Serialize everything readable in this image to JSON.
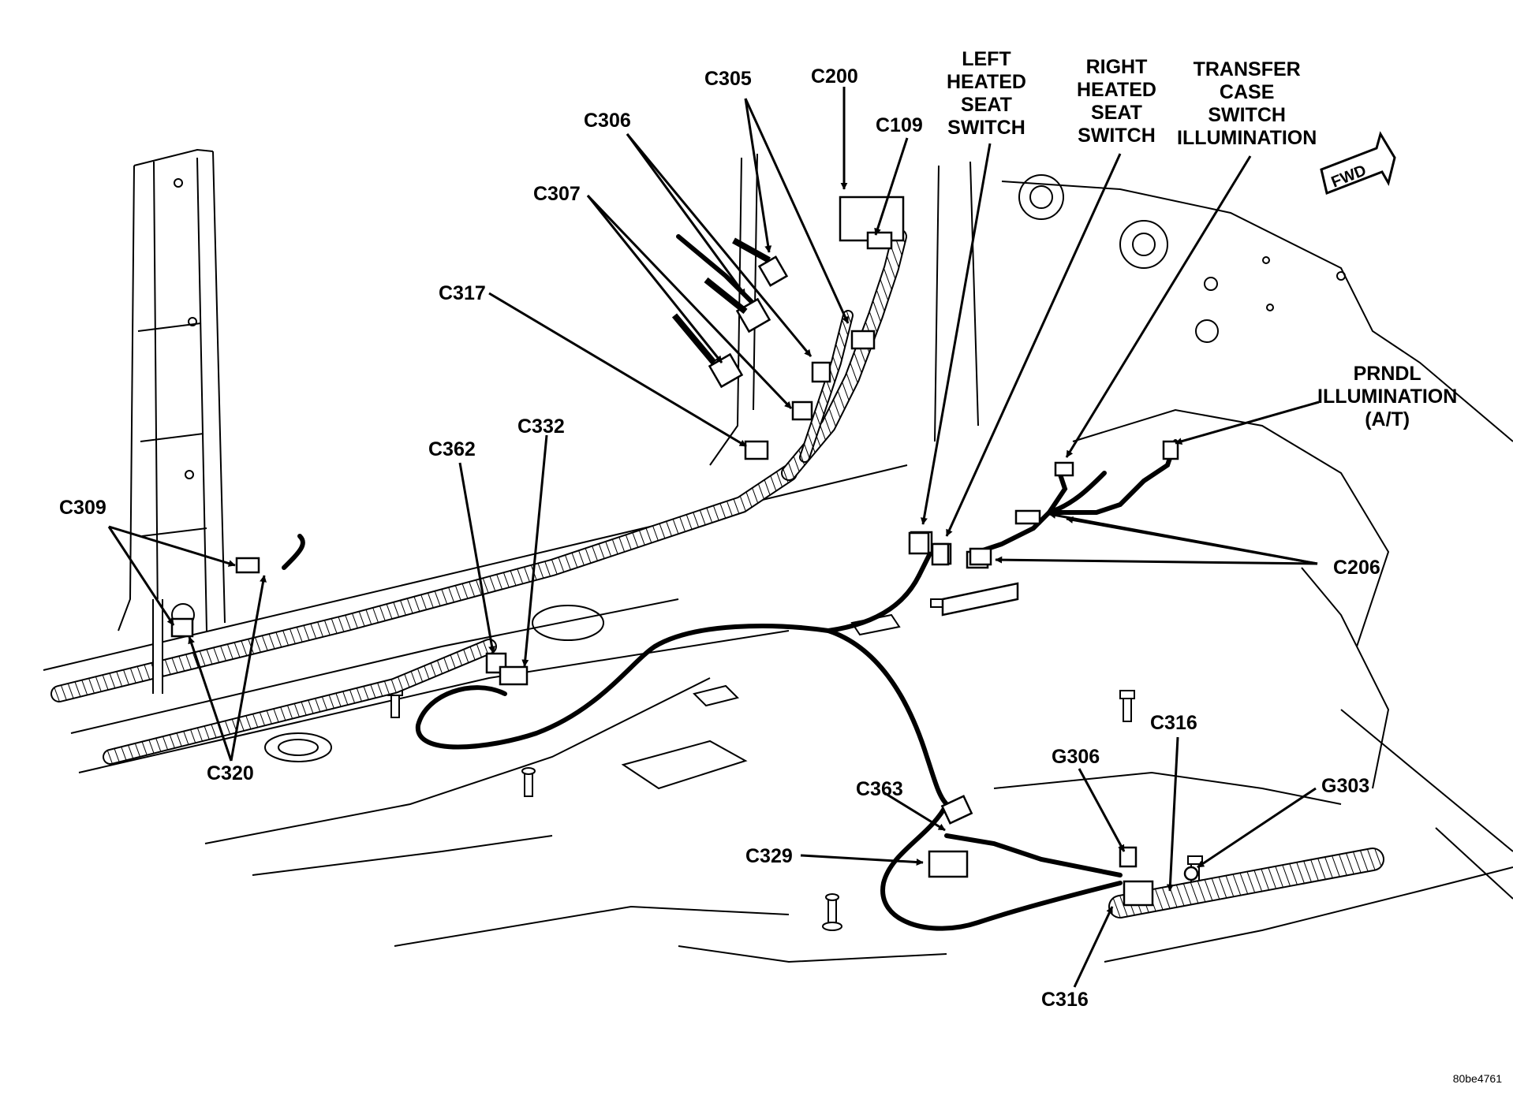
{
  "labels": {
    "c305": "C305",
    "c200": "C200",
    "c109": "C109",
    "c306": "C306",
    "c307": "C307",
    "c317": "C317",
    "c332": "C332",
    "c362": "C362",
    "c309": "C309",
    "c320": "C320",
    "left_heated_seat_switch": "LEFT\nHEATED\nSEAT\nSWITCH",
    "right_heated_seat_switch": "RIGHT\nHEATED\nSEAT\nSWITCH",
    "transfer_case_switch_illumination": "TRANSFER\nCASE\nSWITCH\nILLUMINATION",
    "prndl_illumination": "PRNDL\nILLUMINATION\n(A/T)",
    "c206": "C206",
    "c316_top": "C316",
    "g306": "G306",
    "g303": "G303",
    "c363": "C363",
    "c329": "C329",
    "c316_bottom": "C316"
  },
  "fwd_arrow": "FWD",
  "figure_id": "80be4761"
}
